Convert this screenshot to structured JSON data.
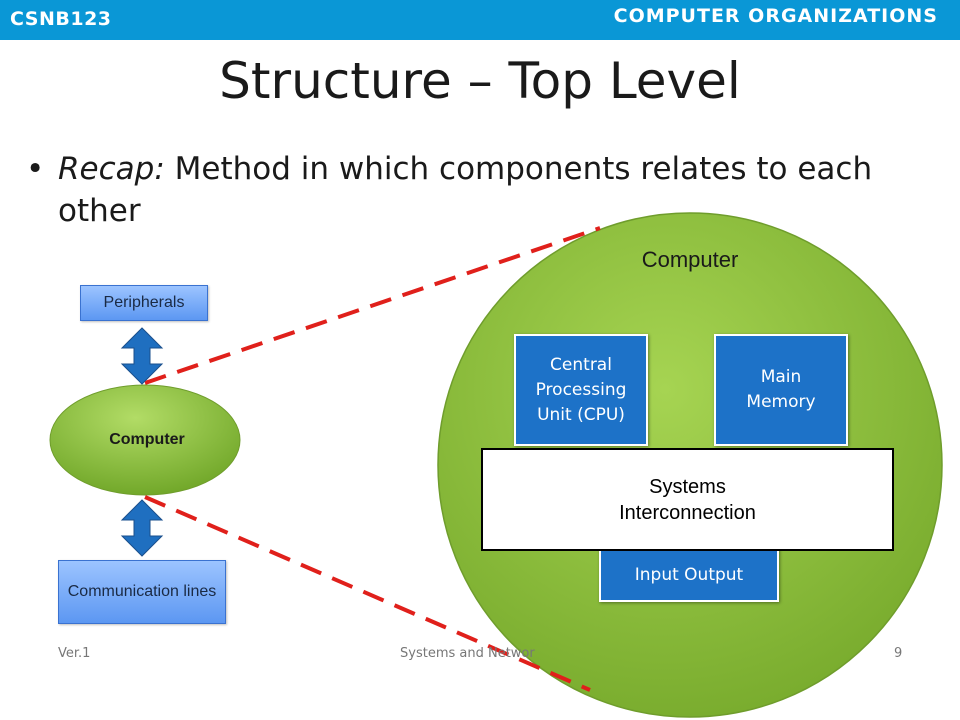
{
  "header": {
    "course_code": "CSNB123",
    "subject": "COMPUTER ORGANIZATIONS",
    "accent_color": "#0a97d6"
  },
  "slide": {
    "title": "Structure – Top Level",
    "bullet": {
      "recap_label": "Recap:",
      "text": " Method in which components relates to each other"
    }
  },
  "diagram": {
    "small": {
      "peripherals": "Peripherals",
      "computer": "Computer",
      "communication": "Communication lines"
    },
    "big": {
      "computer_label": "Computer",
      "cpu": "Central Processing Unit (CPU)",
      "memory": "Main Memory",
      "io": "Input Output",
      "interconnection": "Systems Interconnection"
    },
    "colors": {
      "circle_green": "#8fc43c",
      "component_blue": "#1d72c8",
      "arrow_blue": "#1f6fc0",
      "dashed_red": "#e0201b"
    }
  },
  "footer": {
    "version": "Ver.1",
    "center": "Systems and Networ",
    "page": "9"
  }
}
